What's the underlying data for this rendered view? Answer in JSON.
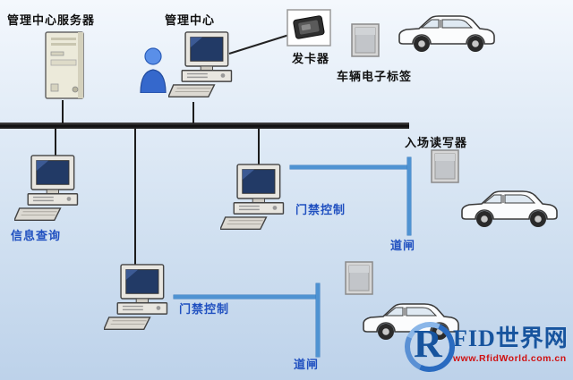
{
  "labels": {
    "server": "管理中心服务器",
    "management_center": "管理中心",
    "card_issuer": "发卡器",
    "vehicle_tag": "车辆电子标签",
    "info_query": "信息查询",
    "access_control_right": "门禁控制",
    "access_control_bottom": "门禁控制",
    "entry_reader": "入场读写器",
    "barrier_right": "道闸",
    "barrier_bottom": "道闸"
  },
  "logo": {
    "mark": "R",
    "brand": "FID世界网",
    "url": "www.RfidWorld.com.cn"
  },
  "colors": {
    "background_top": "#f4f8fd",
    "background_bottom": "#bdd2ea",
    "label_black": "#111111",
    "label_blue": "#2050c0",
    "network_line_blue": "#4f93d2",
    "bus_black": "#1c1c1c",
    "logo_blue": "#17549e",
    "logo_red": "#d01010"
  }
}
